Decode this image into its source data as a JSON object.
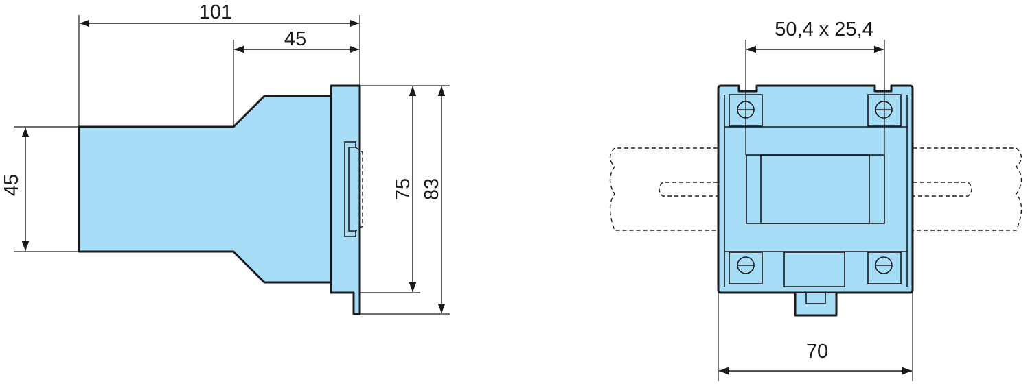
{
  "colors": {
    "body_fill": "#a6dcf6",
    "outline": "#1a1a1a",
    "background": "#ffffff"
  },
  "side_view": {
    "dimensions": {
      "overall_depth": "101",
      "front_depth": "45",
      "front_height": "45",
      "mounting_height": "75",
      "total_height": "83"
    }
  },
  "front_view": {
    "dimensions": {
      "hole_spacing": "50,4 x 25,4",
      "width": "70"
    }
  }
}
